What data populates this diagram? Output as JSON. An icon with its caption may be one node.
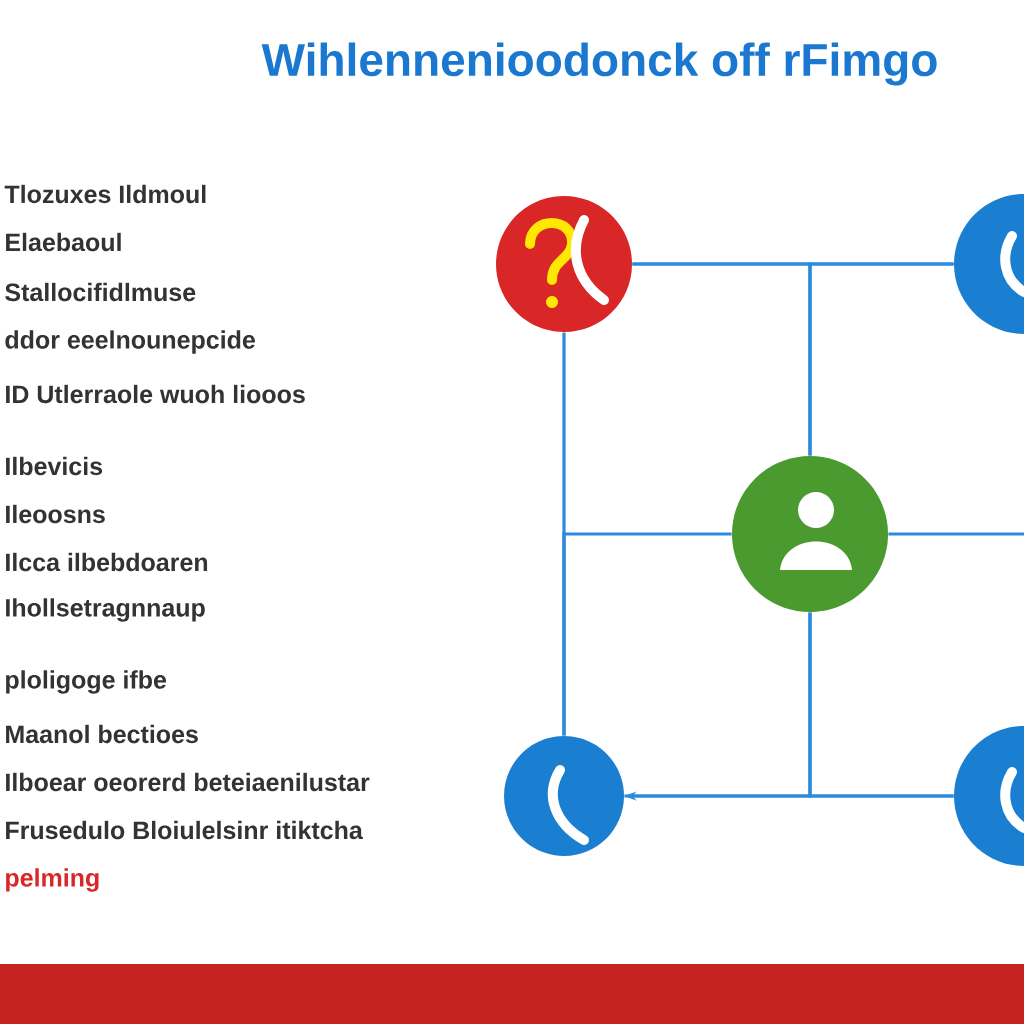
{
  "diagram": {
    "title": "Wihlennenioodonck off rFimgo",
    "nodes": [
      {
        "text": [],
        "shape": "circle"
      },
      {
        "text": [],
        "shape": "circle"
      },
      {
        "text": [],
        "shape": "circle"
      },
      {
        "text": [],
        "shape": "circle"
      },
      {
        "text": [],
        "shape": "circle"
      }
    ],
    "edges": [
      {
        "from": 0,
        "to": 1,
        "arrow": "none"
      },
      {
        "from": 0,
        "to": 3,
        "arrow": "none"
      },
      {
        "from": 0,
        "to": 2,
        "arrow": "none"
      },
      {
        "from": 1,
        "to": 2,
        "arrow": "none"
      },
      {
        "from": 3,
        "to": 2,
        "arrow": "none"
      },
      {
        "from": 2,
        "to": null,
        "arrow": "none"
      },
      {
        "from": 2,
        "to": 3,
        "arrow": "none"
      },
      {
        "from": 2,
        "to": 4,
        "arrow": "none"
      },
      {
        "from": 4,
        "to": 3,
        "arrow": "to"
      }
    ],
    "labels": [
      "Tlozuxes Ildmoul",
      "Elaebaoul",
      "Stallocifidlmuse",
      "ddor eeelnounepcide",
      "ID Utlerraole wuoh liooos",
      "Ilbevicis",
      "Ileoosns",
      "Ilcca ilbebdoaren",
      "Ihollsetragnnaup",
      "ploligoge ifbe",
      "Maanol bectioes",
      "Ilboear oeorerd beteiaenilustar",
      "Frusedulo Bloiulelsinr itiktcha",
      "pelming"
    ]
  }
}
